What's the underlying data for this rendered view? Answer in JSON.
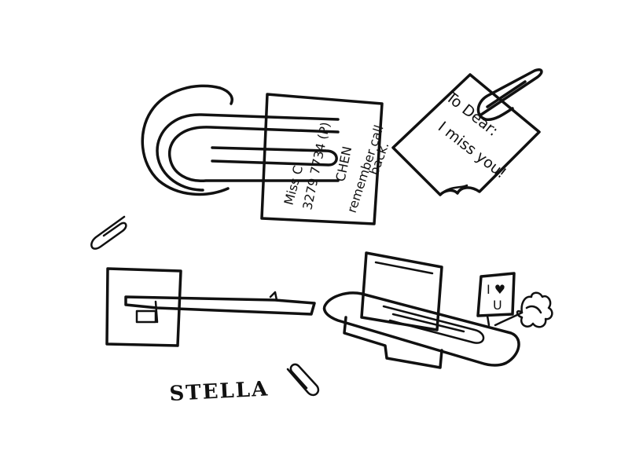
{
  "note_left": {
    "line1": "Miss C",
    "line2": "3279 7734 (P)",
    "line3": "CHEN",
    "line4": "remember call",
    "line5": "back."
  },
  "note_right": {
    "line1": "To Dear:",
    "line2": "I miss you!"
  },
  "frame_card": {
    "line1": "I ♥",
    "line2": "U"
  },
  "signature": "STELLA"
}
